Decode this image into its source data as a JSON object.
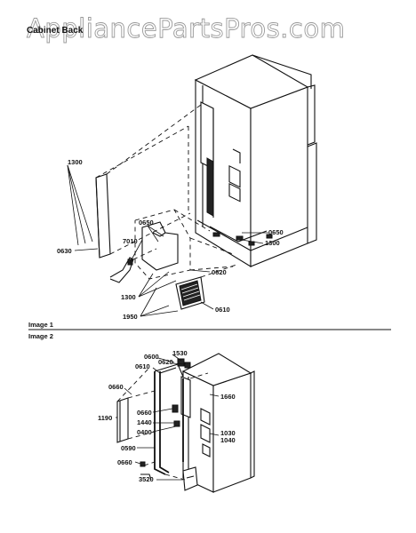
{
  "watermark": "AppliancePartsPros.com",
  "title": "Cabinet Back",
  "sections": {
    "image1": "Image 1",
    "image2": "Image 2"
  },
  "labels1": {
    "l1300a": "1300",
    "l0630": "0630",
    "l0650a": "0650",
    "l7010": "7010",
    "l0650b": "0650",
    "l1300b": "1300",
    "l0620": "0620",
    "l1300c": "1300",
    "l0610": "0610",
    "l1950": "1950"
  },
  "labels2": {
    "l0600": "0600",
    "l1530": "1530",
    "l0610b": "0610",
    "l0620b": "0620",
    "l0660a": "0660",
    "l1660": "1660",
    "l1190": "1190",
    "l0660b": "0660",
    "l1440": "1440",
    "l0400": "0400",
    "l1030": "1030",
    "l1040": "1040",
    "l0590": "0590",
    "l0660c": "0660",
    "l3520": "3520"
  }
}
